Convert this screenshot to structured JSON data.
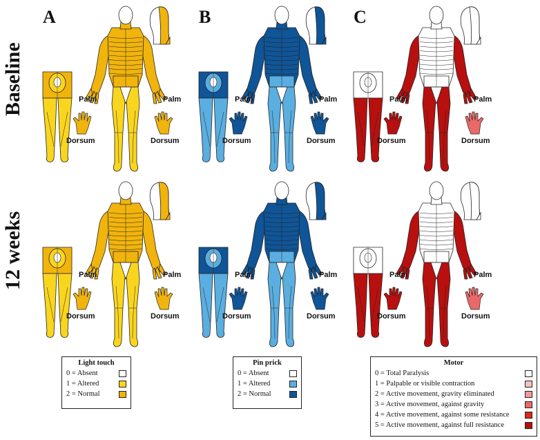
{
  "panels": [
    {
      "letter": "A",
      "modality": "light-touch"
    },
    {
      "letter": "B",
      "modality": "pin-prick"
    },
    {
      "letter": "C",
      "modality": "motor"
    }
  ],
  "rows": [
    {
      "label": "Baseline"
    },
    {
      "label": "12 weeks"
    }
  ],
  "hand_labels": {
    "palm": "Palm",
    "dorsum": "Dorsum"
  },
  "colors": {
    "light_touch": {
      "absent": "#ffffff",
      "altered": "#fad51e",
      "normal": "#f1b40c"
    },
    "pin_prick": {
      "absent": "#ffffff",
      "altered": "#5aaee0",
      "normal": "#0f5597"
    },
    "motor": {
      "m0": "#ffffff",
      "m1": "#f7c2c2",
      "m2": "#f09a9a",
      "m3": "#e96969",
      "m4": "#dc2a17",
      "m5": "#b8100f"
    },
    "outline": "#222222"
  },
  "legends": {
    "light_touch": {
      "title": "Light touch",
      "items": [
        {
          "label": "0 = Absent",
          "color": "#ffffff"
        },
        {
          "label": "1 = Altered",
          "color": "#fad51e"
        },
        {
          "label": "2 = Normal",
          "color": "#f1b40c"
        }
      ]
    },
    "pin_prick": {
      "title": "Pin prick",
      "items": [
        {
          "label": "0 = Absent",
          "color": "#ffffff"
        },
        {
          "label": "1 = Altered",
          "color": "#5aaee0"
        },
        {
          "label": "2 = Normal",
          "color": "#0f5597"
        }
      ]
    },
    "motor": {
      "title": "Motor",
      "items": [
        {
          "label": "0 = Total Paralysis",
          "color": "#ffffff"
        },
        {
          "label": "1 = Palpable or visible contraction",
          "color": "#f7c2c2"
        },
        {
          "label": "2 = Active movement, gravity eliminated",
          "color": "#f09a9a"
        },
        {
          "label": "3 = Active movement, against gravity",
          "color": "#e96969"
        },
        {
          "label": "4 = Active movement, against some resistance",
          "color": "#dc2a17"
        },
        {
          "label": "5 = Active movement, against full resistance",
          "color": "#b8100f"
        }
      ]
    }
  }
}
